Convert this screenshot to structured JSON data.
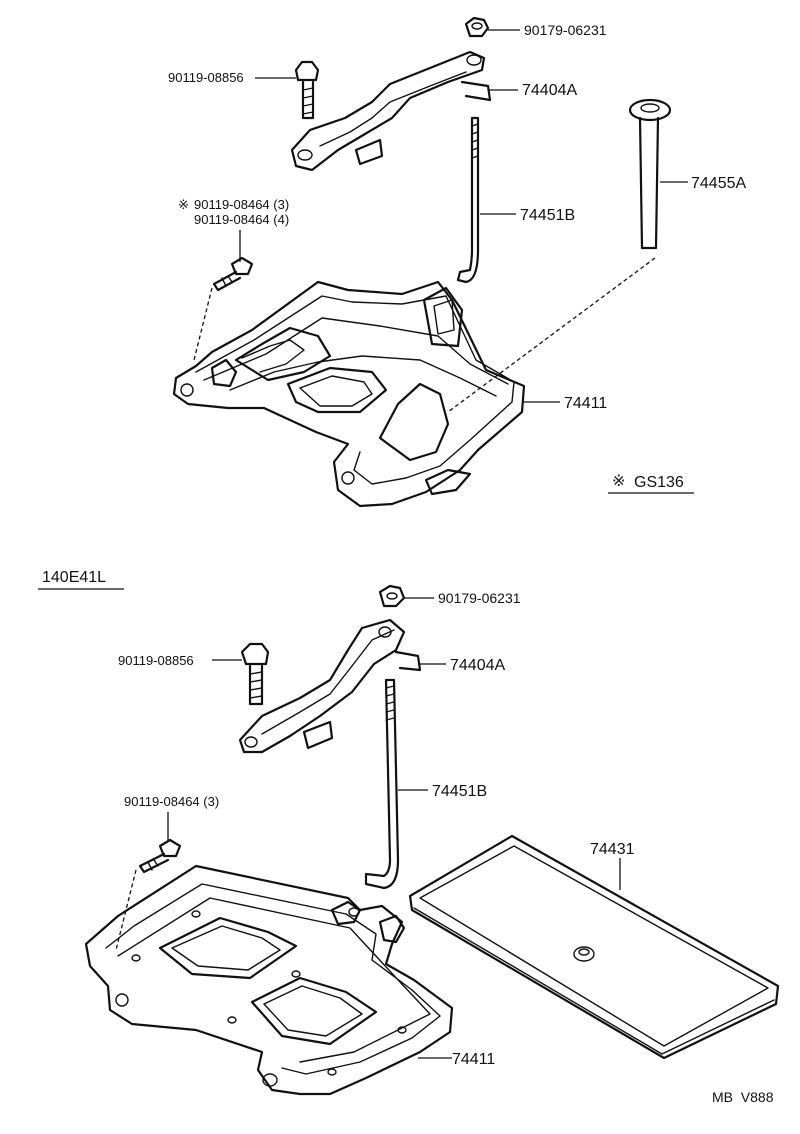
{
  "diagram_a": {
    "nut_label": "90179-06231",
    "bolt_label": "90119-08856",
    "clamp_label": "74404A",
    "rod_label": "74451B",
    "long_bolt_label": "74455A",
    "screw_label_marked": "90119-08464 (3)",
    "screw_label_marked_symbol": "※",
    "screw_label_alt": "90119-08464 (4)",
    "tray_label": "74411",
    "note_symbol": "※",
    "note_code": "GS136"
  },
  "section_title": "140E41L",
  "diagram_b": {
    "nut_label": "90179-06231",
    "bolt_label": "90119-08856",
    "clamp_label": "74404A",
    "rod_label": "74451B",
    "screw_label": "90119-08464 (3)",
    "mat_label": "74431",
    "tray_label": "74411"
  },
  "footer_code": "MB  V888"
}
